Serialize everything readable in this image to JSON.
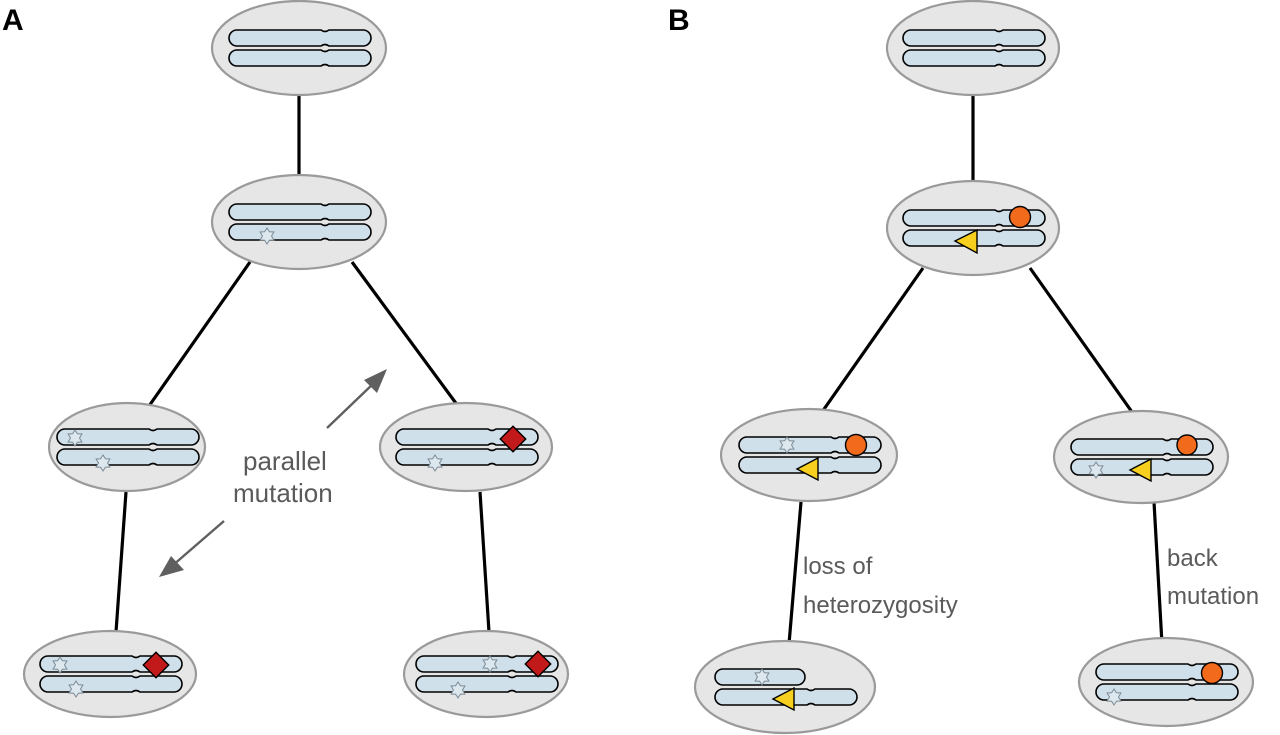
{
  "panels": [
    {
      "label": "A"
    },
    {
      "label": "B"
    }
  ],
  "annotations": {
    "parallel_1": "parallel",
    "parallel_2": "mutation",
    "loh_1": "loss of",
    "loh_2": "heterozygosity",
    "back_1": "back",
    "back_2": "mutation"
  },
  "colors": {
    "cell": "#e6e6e6",
    "chromosome": "#cfe0ea",
    "diamond_mutation": "#c21a1a",
    "circle_mutation": "#f26a1b",
    "triangle_mutation": "#f7cf1f"
  }
}
